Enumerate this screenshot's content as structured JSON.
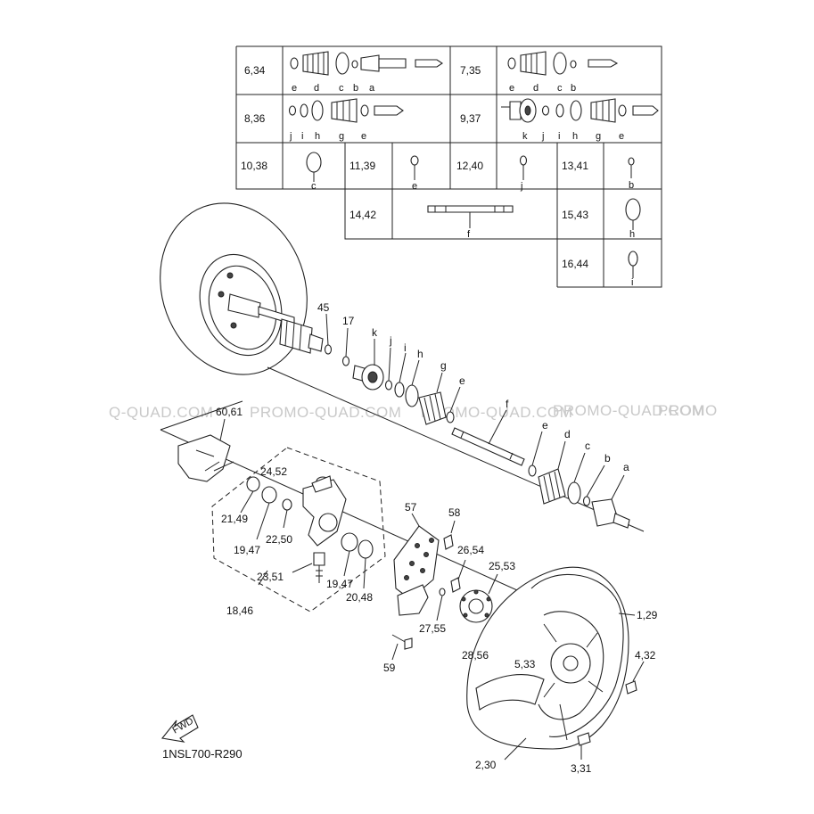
{
  "watermark": [
    "Q-QUAD.COM",
    "PROMO-QUAD.COM",
    "PROMO-QUAD.COM",
    "PROMO-QUAD.COM",
    "PROMO"
  ],
  "drawing_code": "1NSL700-R290",
  "fwd_label": "FWD",
  "table": {
    "r1c1": "6,34",
    "r1c2": "7,35",
    "r2c1": "8,36",
    "r2c2": "9,37",
    "r3c1": "10,38",
    "r3c2": "11,39",
    "r3c3": "12,40",
    "r3c4": "13,41",
    "r4c1": "14,42",
    "r4c2": "15,43",
    "r5c1": "16,44"
  },
  "table_letters": {
    "g634": [
      "e",
      "d",
      "c",
      "b",
      "a"
    ],
    "g735": [
      "e",
      "d",
      "c",
      "b"
    ],
    "g836": [
      "j",
      "i",
      "h",
      "g",
      "e"
    ],
    "g937": [
      "k",
      "j",
      "i",
      "h",
      "g",
      "e"
    ],
    "g1038": "c",
    "g1139": "e",
    "g1240": "j",
    "g1341": "b",
    "g1442": "f",
    "g1543": "h",
    "g1644": "i"
  },
  "callouts": {
    "p45": "45",
    "p17": "17",
    "pk": "k",
    "pj": "j",
    "pi": "i",
    "ph": "h",
    "pg": "g",
    "pe1": "e",
    "pf": "f",
    "pe2": "e",
    "pd": "d",
    "pc": "c",
    "pb": "b",
    "pa": "a",
    "p6061": "60,61",
    "p2452": "24,52",
    "p2149": "21,49",
    "p1947a": "19,47",
    "p2250": "22,50",
    "p2351": "23,51",
    "p1846": "18,46",
    "p1947b": "19,47",
    "p2048": "20,48",
    "p57": "57",
    "p58": "58",
    "p2654": "26,54",
    "p2553": "25,53",
    "p2755": "27,55",
    "p2856": "28,56",
    "p533": "5,33",
    "p59": "59",
    "p129": "1,29",
    "p432": "4,32",
    "p230": "2,30",
    "p331": "3,31"
  }
}
